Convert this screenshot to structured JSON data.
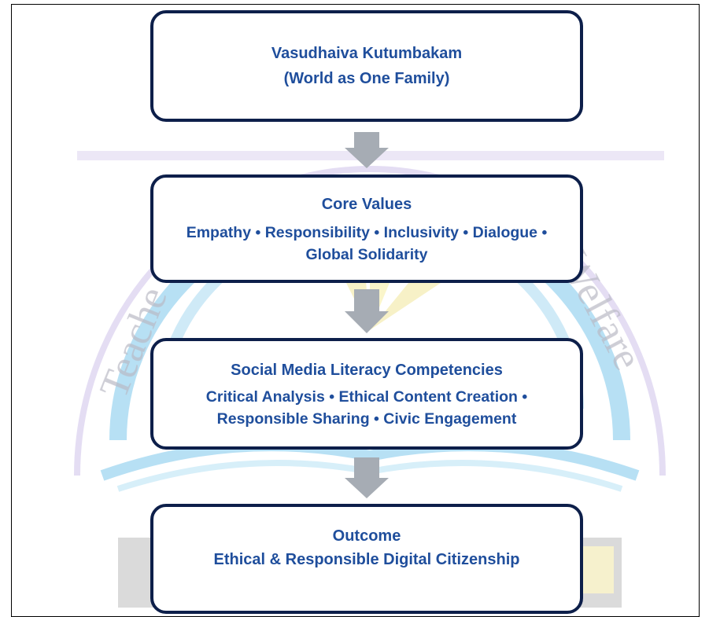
{
  "diagram": {
    "nodes": [
      {
        "title": "Vasudhaiva Kutumbakam",
        "detail": "(World as One Family)"
      },
      {
        "title": "Core Values",
        "detail": "Empathy • Responsibility • Inclusivity • Dialogue • Global Solidarity"
      },
      {
        "title": "Social Media Literacy Competencies",
        "detail": "Critical Analysis • Ethical Content Creation • Responsible Sharing • Civic Engagement"
      },
      {
        "title": "Outcome",
        "detail": "Ethical & Responsible Digital Citizenship"
      }
    ],
    "colors": {
      "text": "#1f4e9c",
      "border": "#0d1f4a",
      "arrow": "#a6acb4",
      "watermark_blue": "#7ec8ec",
      "watermark_yellow": "#f2e79a",
      "watermark_purple": "#cfc3ea",
      "watermark_text": "#b9b9c4"
    },
    "watermark": {
      "left_text": "Teache",
      "right_text": "Welfare"
    }
  }
}
